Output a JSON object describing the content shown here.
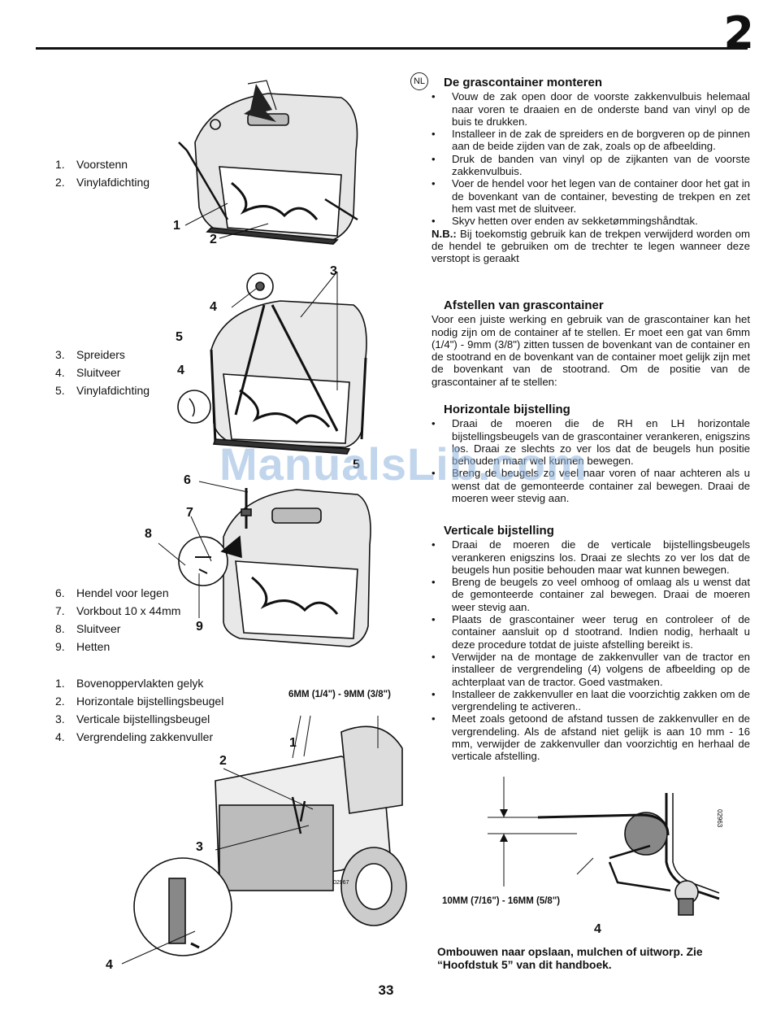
{
  "chapter_number": "2",
  "page_number": "33",
  "watermark": "ManualsLib.com",
  "legend_groups": [
    {
      "items": [
        {
          "n": "1.",
          "label": "Voorstenn"
        },
        {
          "n": "2.",
          "label": "Vinylafdichting"
        }
      ]
    },
    {
      "items": [
        {
          "n": "3.",
          "label": "Spreiders"
        },
        {
          "n": "4.",
          "label": "Sluitveer"
        },
        {
          "n": "5.",
          "label": "Vinylafdichting"
        }
      ]
    },
    {
      "items": [
        {
          "n": "6.",
          "label": "Hendel voor legen"
        },
        {
          "n": "7.",
          "label": "Vorkbout 10 x 44mm"
        },
        {
          "n": "8.",
          "label": "Sluitveer"
        },
        {
          "n": "9.",
          "label": "Hetten"
        }
      ]
    },
    {
      "items": [
        {
          "n": "1.",
          "label": "Bovenoppervlakten gelyk"
        },
        {
          "n": "2.",
          "label": "Horizontale bijstellingsbeugel"
        },
        {
          "n": "3.",
          "label": "Verticale bijstellingsbeugel"
        },
        {
          "n": "4.",
          "label": "Vergrendeling zakkenvuller"
        }
      ]
    }
  ],
  "callouts": {
    "f1": [
      "1",
      "2"
    ],
    "f2": [
      "3",
      "4",
      "5",
      "4",
      "5"
    ],
    "f3": [
      "6",
      "7",
      "8",
      "9"
    ],
    "f4": [
      "1",
      "2",
      "3",
      "4"
    ],
    "f5": [
      "4"
    ]
  },
  "figure_codes": [
    "02967",
    "02963"
  ],
  "dims": {
    "top": "6MM (1/4\") - 9MM (3/8\")",
    "bottom": "10MM (7/16\") - 16MM (5/8\")"
  },
  "language_badge": "NL",
  "sections": [
    {
      "heading": "De grascontainer monteren",
      "bullets": [
        "Vouw de zak open door de voorste zakkenvulbuis helemaal naar voren te draaien en de onderste band van vinyl op de buis te drukken.",
        "Installeer in de zak de spreiders en de borgveren op de pinnen aan de beide zijden van de zak, zoals op de afbeelding.",
        "Druk de banden van vinyl op de zijkanten van de voorste zakkenvulbuis.",
        "Voer de hendel voor het legen van de container door het gat in de bovenkant van de container, bevesting de trekpen en zet hem vast met de sluitveer.",
        "Skyv hetten over enden av sekketømmingshåndtak."
      ],
      "note_label": "N.B.:",
      "note_text": " Bij toekomstig gebruik kan de trekpen verwijderd worden om de hendel te gebruiken om de trechter te legen wanneer deze verstopt is geraakt"
    },
    {
      "heading": "Afstellen van grascontainer",
      "paragraph": "Voor een juiste werking en gebruik van de grascontainer kan het nodig zijn om de container af te stellen. Er moet een gat van 6mm (1/4\") - 9mm (3/8\") zitten tussen de bovenkant van de container en de stootrand en de bovenkant van de container moet gelijk zijn met de bovenkant van de stootrand. Om de positie van de grascontainer af te stellen:"
    },
    {
      "heading": "Horizontale bijstelling",
      "bullets": [
        "Draai de moeren die de RH en LH horizontale bijstellingsbeugels van de grascontainer verankeren, enigszins los. Draai ze slechts zo ver los dat de beugels hun positie behouden maar wel kunnen bewegen.",
        "Breng de beugels zo veel naar voren of naar achteren als u wenst dat de gemonteerde container zal bewegen. Draai de moeren weer stevig aan."
      ]
    },
    {
      "heading": "Verticale bijstelling",
      "bullets": [
        "Draai de moeren die de verticale bijstellingsbeugels verankeren enigszins los. Draai ze slechts zo ver los dat de beugels hun positie behouden maar wat kunnen bewegen.",
        "Breng de beugels zo veel omhoog of omlaag als u wenst dat de gemonteerde container zal bewegen. Draai de moeren weer stevig aan.",
        "Plaats de grascontainer weer terug en controleer of de container aansluit op d stootrand. Indien nodig, herhaalt u deze procedure totdat de juiste afstelling bereikt is.",
        "Verwijder na de montage de zakkenvuller van de tractor en installeer de vergrendeling (4) volgens de afbeelding op de achterplaat van de tractor. Goed vastmaken.",
        "Installeer de zakkenvuller en laat die voorzichtig zakken om de vergrendeling te activeren..",
        "Meet zoals getoond de afstand tussen de zakkenvuller en de vergrendeling. Als de afstand niet gelijk is aan 10 mm - 16 mm, verwijder de zakkenvuller dan voorzichtig en herhaal de verticale afstelling."
      ]
    }
  ],
  "footer_note": "Ombouwen naar opslaan, mulchen of uitworp. Zie “Hoofdstuk 5” van dit handboek."
}
